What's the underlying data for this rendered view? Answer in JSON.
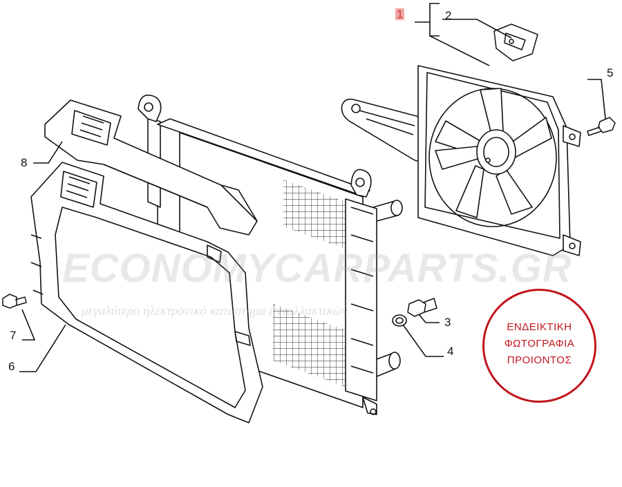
{
  "callouts": {
    "c1": "1",
    "c2": "2",
    "c3": "3",
    "c4": "4",
    "c5": "5",
    "c6": "6",
    "c7": "7",
    "c8": "8"
  },
  "highlight_color": "#f4a6a6",
  "watermark": {
    "text": "ECONOMYCARPARTS.GR",
    "subtext": "μεγαλύτερο ηλεκτρονικό κατάστημα ανταλλακτικών"
  },
  "stamp": {
    "line1": "ΕΝΔΕΙΚΤΙΚΗ",
    "line2": "ΦΩΤΟΓΡΑΦΙΑ",
    "line3": "ΠΡΟΙΟΝΤΟΣ",
    "color": "#c0141b"
  }
}
